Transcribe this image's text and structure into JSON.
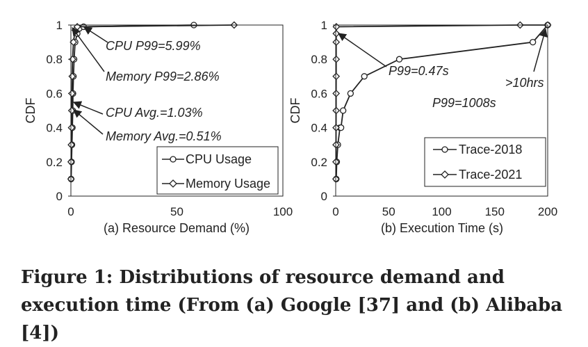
{
  "figure_caption": "Figure 1: Distributions of resource demand and execution time (From (a) Google [37] and (b) Alibaba [4])",
  "chart_data": [
    {
      "type": "line",
      "panel": "a",
      "caption": "(a) Resource Demand (%)",
      "xlabel": "",
      "ylabel": "CDF",
      "xlim": [
        0,
        100
      ],
      "ylim": [
        0,
        1
      ],
      "xticks": [
        0,
        50,
        100
      ],
      "yticks": [
        0,
        0.2,
        0.4,
        0.6,
        0.8,
        1
      ],
      "xtick_labels": [
        "0",
        "50",
        "100"
      ],
      "ytick_labels": [
        "0",
        "0.2",
        "0.4",
        "0.6",
        "0.8",
        "1"
      ],
      "grid": false,
      "legend_position": "bottom-right",
      "series": [
        {
          "name": "CPU Usage",
          "marker": "circle",
          "x": [
            0.1,
            0.3,
            0.5,
            0.7,
            0.9,
            1.0,
            1.2,
            1.5,
            2.0,
            3.0,
            4.0,
            6.0,
            58
          ],
          "y": [
            0.1,
            0.2,
            0.3,
            0.4,
            0.5,
            0.6,
            0.7,
            0.8,
            0.9,
            0.95,
            0.98,
            0.99,
            1.0
          ]
        },
        {
          "name": "Memory Usage",
          "marker": "diamond",
          "x": [
            0.05,
            0.1,
            0.2,
            0.3,
            0.4,
            0.5,
            0.6,
            0.8,
            1.2,
            2.0,
            3.0,
            77
          ],
          "y": [
            0.1,
            0.2,
            0.3,
            0.4,
            0.5,
            0.6,
            0.7,
            0.8,
            0.9,
            0.97,
            0.99,
            1.0
          ]
        }
      ],
      "annotations": [
        {
          "text": "CPU P99=5.99%",
          "x": 6.0,
          "y": 0.99
        },
        {
          "text": "Memory P99=2.86%",
          "x": 2.86,
          "y": 0.99
        },
        {
          "text": "CPU Avg.=1.03%",
          "x": 1.03,
          "y": 0.52
        },
        {
          "text": "Memory Avg.=0.51%",
          "x": 0.51,
          "y": 0.5
        }
      ]
    },
    {
      "type": "line",
      "panel": "b",
      "caption": "(b) Execution Time (s)",
      "xlabel": "",
      "ylabel": "CDF",
      "xlim": [
        0,
        200
      ],
      "ylim": [
        0,
        1
      ],
      "xticks": [
        0,
        50,
        100,
        150,
        200
      ],
      "yticks": [
        0,
        0.2,
        0.4,
        0.6,
        0.8,
        1
      ],
      "xtick_labels": [
        "0",
        "50",
        "100",
        "150",
        "200"
      ],
      "ytick_labels": [
        "0",
        "0.2",
        "0.4",
        "0.6",
        "0.8",
        "1"
      ],
      "grid": false,
      "legend_position": "bottom-right",
      "series": [
        {
          "name": "Trace-2018",
          "marker": "circle",
          "x": [
            0.5,
            1,
            2,
            4,
            5,
            7,
            14,
            27,
            60,
            186,
            200
          ],
          "y": [
            0.1,
            0.2,
            0.3,
            0.4,
            0.4,
            0.5,
            0.6,
            0.7,
            0.8,
            0.9,
            1.0
          ]
        },
        {
          "name": "Trace-2021",
          "marker": "diamond",
          "x": [
            0.2,
            0.25,
            0.3,
            0.35,
            0.4,
            0.42,
            0.44,
            0.46,
            0.47,
            0.5,
            0.6,
            174,
            200
          ],
          "y": [
            0.1,
            0.2,
            0.3,
            0.4,
            0.5,
            0.6,
            0.7,
            0.8,
            0.9,
            0.95,
            0.99,
            1.0,
            1.0
          ]
        }
      ],
      "annotations": [
        {
          "text": "P99=0.47s",
          "x": 0.47,
          "y": 0.95
        },
        {
          "text": ">10hrs",
          "x": 200,
          "y": 0.99
        },
        {
          "text": "P99=1008s",
          "x": 200,
          "y": 0.99
        }
      ]
    }
  ]
}
